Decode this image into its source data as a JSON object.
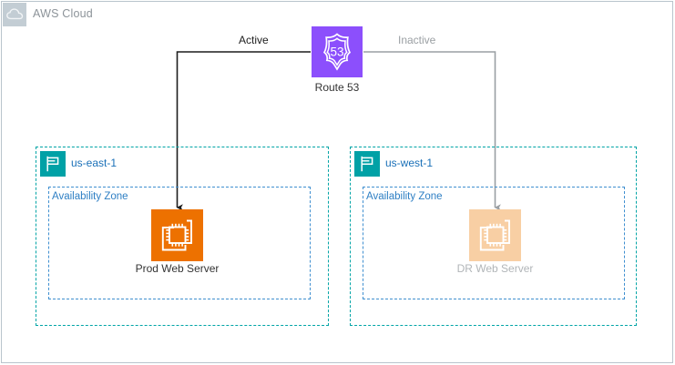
{
  "diagram": {
    "title": "AWS Cloud",
    "cloud": {
      "label": "AWS Cloud",
      "icon": "cloud-icon",
      "border_color": "#b9c4cc",
      "header_color": "#c3cdd4",
      "label_color": "#8c9399"
    },
    "regions": [
      {
        "id": "us-east-1",
        "label": "us-east-1",
        "icon": "region-flag-icon",
        "accent_color": "#00a1a6",
        "border_color": "#00a4a6",
        "label_color": "#1a70b8",
        "availability_zone": {
          "label": "Availability Zone",
          "border_color": "#3f8fd0",
          "label_color": "#2e7fc4"
        },
        "node": {
          "id": "prod-web-server",
          "label": "Prod Web Server",
          "icon": "ec2-instance-icon",
          "fill_color": "#ed7100",
          "glyph_color": "#ffffff",
          "label_color": "#333333",
          "state": "active"
        }
      },
      {
        "id": "us-west-1",
        "label": "us-west-1",
        "icon": "region-flag-icon",
        "accent_color": "#00a1a6",
        "border_color": "#00a4a6",
        "label_color": "#1a70b8",
        "availability_zone": {
          "label": "Availability Zone",
          "border_color": "#3f8fd0",
          "label_color": "#2e7fc4"
        },
        "node": {
          "id": "dr-web-server",
          "label": "DR Web Server",
          "icon": "ec2-instance-icon",
          "fill_color": "#f8cfa4",
          "glyph_color": "#ffffff",
          "label_color": "#b1b5b8",
          "state": "inactive"
        }
      }
    ],
    "dns": {
      "id": "route-53",
      "label": "Route 53",
      "icon": "route53-shield-icon",
      "badge_text": "53",
      "fill_color": "#8c4ffc",
      "glyph_color": "#ffffff",
      "label_color": "#333333"
    },
    "connections": [
      {
        "id": "route53-to-prod",
        "from": "route-53",
        "to": "prod-web-server",
        "label": "Active",
        "color": "#1d1d1d",
        "state": "active"
      },
      {
        "id": "route53-to-dr",
        "from": "route-53",
        "to": "dr-web-server",
        "label": "Inactive",
        "color": "#9a9fa3",
        "state": "inactive"
      }
    ]
  }
}
